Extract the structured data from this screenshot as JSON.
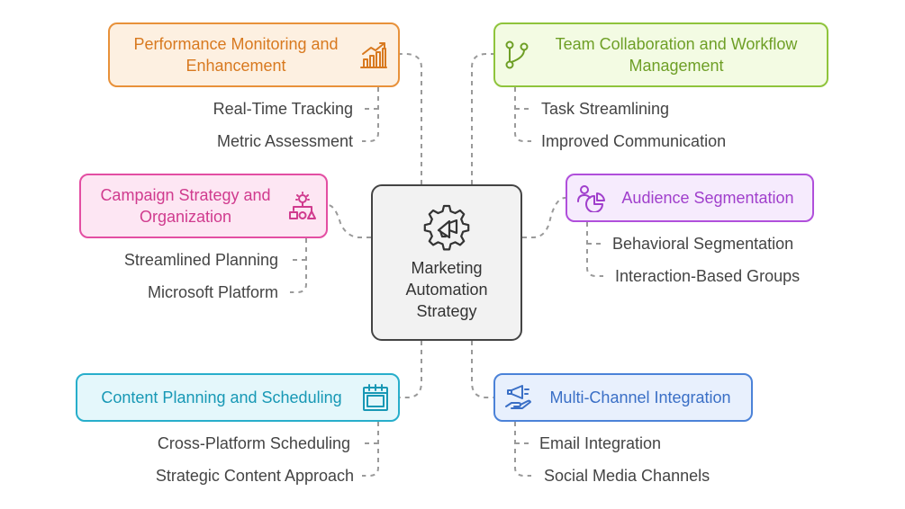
{
  "center": {
    "lines": [
      "Marketing",
      "Automation",
      "Strategy"
    ],
    "icon": "megaphone-gear-icon"
  },
  "nodes": {
    "perf": {
      "lines": [
        "Performance Monitoring and",
        "Enhancement"
      ],
      "icon": "bar-chart-icon",
      "color": "#e8913a",
      "items": [
        "Real-Time Tracking",
        "Metric Assessment"
      ]
    },
    "team": {
      "lines": [
        "Team Collaboration and Workflow",
        "Management"
      ],
      "icon": "git-branch-icon",
      "color": "#8fc43c",
      "items": [
        "Task Streamlining",
        "Improved Communication"
      ]
    },
    "camp": {
      "lines": [
        "Campaign Strategy and",
        "Organization"
      ],
      "icon": "strategy-shapes-icon",
      "color": "#e34ea2",
      "items": [
        "Streamlined Planning",
        "Microsoft Platform"
      ]
    },
    "aud": {
      "lines": [
        "Audience Segmentation"
      ],
      "icon": "audience-pie-icon",
      "color": "#b04fdb",
      "items": [
        "Behavioral Segmentation",
        "Interaction-Based Groups"
      ]
    },
    "cont": {
      "lines": [
        "Content Planning and Scheduling"
      ],
      "icon": "calendar-icon",
      "color": "#27aecb",
      "items": [
        "Cross-Platform Scheduling",
        "Strategic Content Approach"
      ]
    },
    "multi": {
      "lines": [
        "Multi-Channel Integration"
      ],
      "icon": "hand-megaphone-icon",
      "color": "#4b82d8",
      "items": [
        "Email Integration",
        "Social Media Channels"
      ]
    }
  }
}
